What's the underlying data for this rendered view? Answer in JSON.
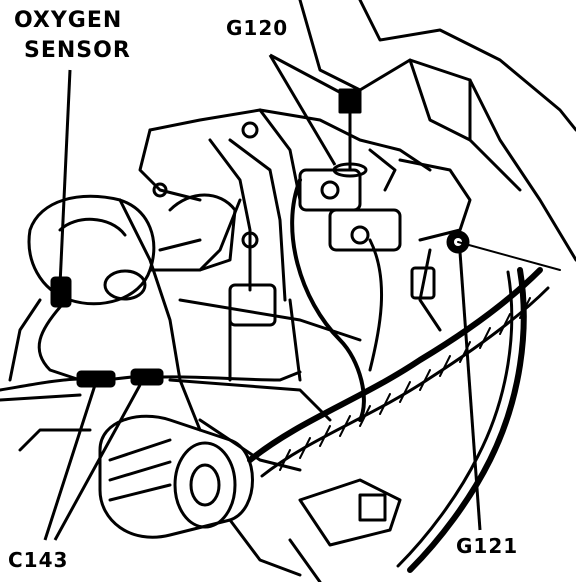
{
  "diagram": {
    "colors": {
      "ink": "#000000",
      "paper": "#ffffff"
    },
    "labels": {
      "oxygen_sensor_line1": "OXYGEN",
      "oxygen_sensor_line2": "SENSOR",
      "g120": "G120",
      "c143": "C143",
      "g121": "G121"
    }
  }
}
